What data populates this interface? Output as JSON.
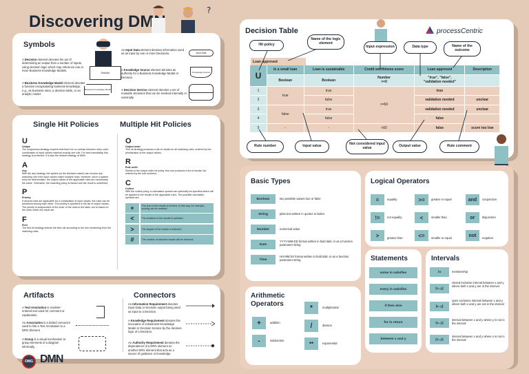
{
  "page_title": "Discovering DMN",
  "symbols": {
    "title": "Symbols",
    "decision": {
      "lead": "A ",
      "bold": "Decision",
      "text": " element denotes the act of determining an output from a number of inputs, using decision logic which may reference one or more Business Knowledge Models.",
      "shape_label": "Decision"
    },
    "bkm": {
      "lead": "A ",
      "bold": "Business Knowledge Model",
      "text": " element denotes a function encapsulating business knowledge, e.g., as business rules, a decision table, or an analytic model.",
      "shape_label": "Business Knowledge Model"
    },
    "input_data": {
      "lead": "An ",
      "bold": "Input Data",
      "text": " element denotes information used as an input by one or more Decisions.",
      "shape_label": "Input Data"
    },
    "knowledge_source": {
      "lead": "A ",
      "bold": "Knowledge Source",
      "text": " element denotes an authority for a Business Knowledge Model or Decision.",
      "shape_label": "Knowledge Source"
    },
    "decision_service": {
      "lead": "A ",
      "bold": "Decision Service",
      "text": " element denotes a set of reusable decisions that can be invoked internally or externally."
    }
  },
  "single_hit": {
    "title": "Single Hit Policies",
    "items": [
      {
        "letter": "U",
        "name": "Unique",
        "text": "The uniqueness strategy requires that there be no overlap between rules; each combination of input values matches exactly one rule. For best traceability, this strategy is preferred. It is also the default strategy of DMN."
      },
      {
        "letter": "A",
        "name": "Any",
        "text": "With the any strategy, the system (or the decision maker) can choose any matching rule if the input values match multiple rules. However, since a system must be deterministic, the output values of the applicable rules are necessarily the same. Otherwise, the matching policy is flawed and the result is undefined."
      },
      {
        "letter": "P",
        "name": "Priority",
        "text": "If several rules are applicable for a combination of input values, the rules can be prioritized among each other. The priority is specified in the list of output values. The priority is independent of the order of the rules in the table, but is based on the order within the result set."
      },
      {
        "letter": "F",
        "name": "First",
        "text": "The first hit strategy selects the first rule according to the rule numbering from the matching rules."
      }
    ]
  },
  "multiple_hit": {
    "title": "Multiple Hit Policies",
    "items": [
      {
        "letter": "O",
        "name": "Output order",
        "text": "This hit strategy produces a list of results for all matching rules, ordered by the prioritization of the output values."
      },
      {
        "letter": "R",
        "name": "Rule order",
        "text": "Similar to the output order hit policy, this one produces a list of results, but ordered by the rule numbers."
      },
      {
        "letter": "C",
        "name": "Collect",
        "text": "With the collect policy, a calculation symbol can optionally be specified which will be applied to the results of the applicable rules. The possible calculation symbols are:"
      }
    ],
    "collect_ops": [
      {
        "sym": "+",
        "text": "The sum of the results is formed. In this way, for example, scoring can be realized."
      },
      {
        "sym": "<",
        "text": "The smallest of the results is selected."
      },
      {
        "sym": ">",
        "text": "The largest of the results is selected."
      },
      {
        "sym": "#",
        "text": "The number of selected results will be returned."
      }
    ]
  },
  "artifacts": {
    "title": "Artifacts",
    "items": [
      {
        "lead": "A ",
        "bold": "Text Annotation",
        "text": " is modeler-entered text used for comment or explanation."
      },
      {
        "lead": "An ",
        "bold": "Association",
        "text": " is a dotted connector used to link a Text Annotation to a DRG Element"
      },
      {
        "lead": "A ",
        "bold": "Group",
        "text": " is a visual mechanism to group elements of a diagram informally."
      }
    ]
  },
  "connectors": {
    "title": "Connectors",
    "items": [
      {
        "lead": "An ",
        "bold": "Information Requirement",
        "text": " denotes Input Data or Decision output being used as input to a Decision."
      },
      {
        "lead": "A ",
        "bold": "Knowledge Requirement",
        "text": " denotes the invocation of a Business Knowledge Model or Decision Service by the decision logic of a Decision."
      },
      {
        "lead": "An ",
        "bold": "Authority Requirement",
        "text": " denotes the dependence of a DRG element on another DRG element that acts as a source of guidance or knowledge."
      }
    ]
  },
  "footer": {
    "omg_label": "OMG",
    "dmn_label": "DMN"
  },
  "decision_table": {
    "title": "Decision Table",
    "logo_text": "processCentric",
    "table_name": "Loan approved",
    "hit_policy": "U",
    "headers": [
      "Is a small loan",
      "Loan is sustainable",
      "Credit worthiness score",
      "Loan approved",
      "Description"
    ],
    "types": [
      "Boolean",
      "Boolean",
      "Number\n>=0",
      "\"true\", \"false\",\n\"validation needed\"",
      ""
    ],
    "rules": [
      [
        "1",
        "true",
        "true",
        ">=60",
        "true",
        ""
      ],
      [
        "2",
        "",
        "false",
        "",
        "validation needed",
        "unclear"
      ],
      [
        "3",
        "false",
        "true",
        "",
        "validation needed",
        "unclear"
      ],
      [
        "4",
        "",
        "false",
        "",
        "false",
        ""
      ],
      [
        "5",
        "-",
        "-",
        "<60",
        "false",
        "score too low"
      ]
    ],
    "callouts": {
      "logic_name": "Name of the logic element",
      "hit_policy": "Hit policy",
      "input_expr": "Input expression",
      "data_type": "Data type",
      "outcome_name": "Name of the outcome",
      "rule_number": "Rule number",
      "input_value": "Input value",
      "not_considered": "Not considered input value",
      "output_value": "Output value",
      "rule_comment": "Rule comment"
    }
  },
  "basic_types": {
    "title": "Basic Types",
    "items": [
      {
        "name": "Boolean",
        "text": "two possible values true or false"
      },
      {
        "name": "String",
        "text": "plain text written in quotes or italics"
      },
      {
        "name": "Number",
        "text": "numerical value"
      },
      {
        "name": "Date",
        "text": "YYYY-MM-DD format written in bold italic or as a function parameter string"
      },
      {
        "name": "Time",
        "text": "HH:MM:SS format written in bold italic or as a function parameter string"
      }
    ]
  },
  "logical_operators": {
    "title": "Logical Operators",
    "items": [
      {
        "sym": "=",
        "text": "equality"
      },
      {
        "sym": ">=",
        "text": "greater or equal"
      },
      {
        "sym": "and",
        "text": "conjunction"
      },
      {
        "sym": "!=",
        "text": "not equality"
      },
      {
        "sym": "<",
        "text": "smaller than"
      },
      {
        "sym": "or",
        "text": "disjunction"
      },
      {
        "sym": ">",
        "text": "greater than"
      },
      {
        "sym": "<=",
        "text": "smaller or equal"
      },
      {
        "sym": "not",
        "text": "negation"
      }
    ]
  },
  "arithmetic": {
    "title": "Arithmetic Operators",
    "items": [
      {
        "sym": "+",
        "text": "addition"
      },
      {
        "sym": "*",
        "text": "multiplication"
      },
      {
        "sym": "-",
        "text": "subtraction"
      },
      {
        "sym": "/",
        "text": "division"
      },
      {
        "sym": "**",
        "text": "exponential"
      }
    ]
  },
  "statements": {
    "title": "Statements",
    "items": [
      "some in satisfies",
      "every in satisfies",
      "if then else",
      "for in return",
      "between x and y"
    ]
  },
  "intervals": {
    "title": "Intervals",
    "items": [
      {
        "sym": "in",
        "text": "membership"
      },
      {
        "sym": "[x..y]",
        "text": "closed inclusive interval between x and y where both x and y are in the interval"
      },
      {
        "sym": "]x..y[",
        "text": "open exclusive interval between x and y where both x and y are not in the interval"
      },
      {
        "sym": "(x..y]",
        "text": "interval between x and y where y is not in the interval"
      },
      {
        "sym": "[x..y)",
        "text": "interval between x and y where x is not in the interval"
      }
    ]
  },
  "colors": {
    "background": "#e4cbb8",
    "teal": "#8fc0c3",
    "teal_light": "#d3e8e9",
    "salmon": "#ebcfbf",
    "navy": "#1f2a38"
  }
}
